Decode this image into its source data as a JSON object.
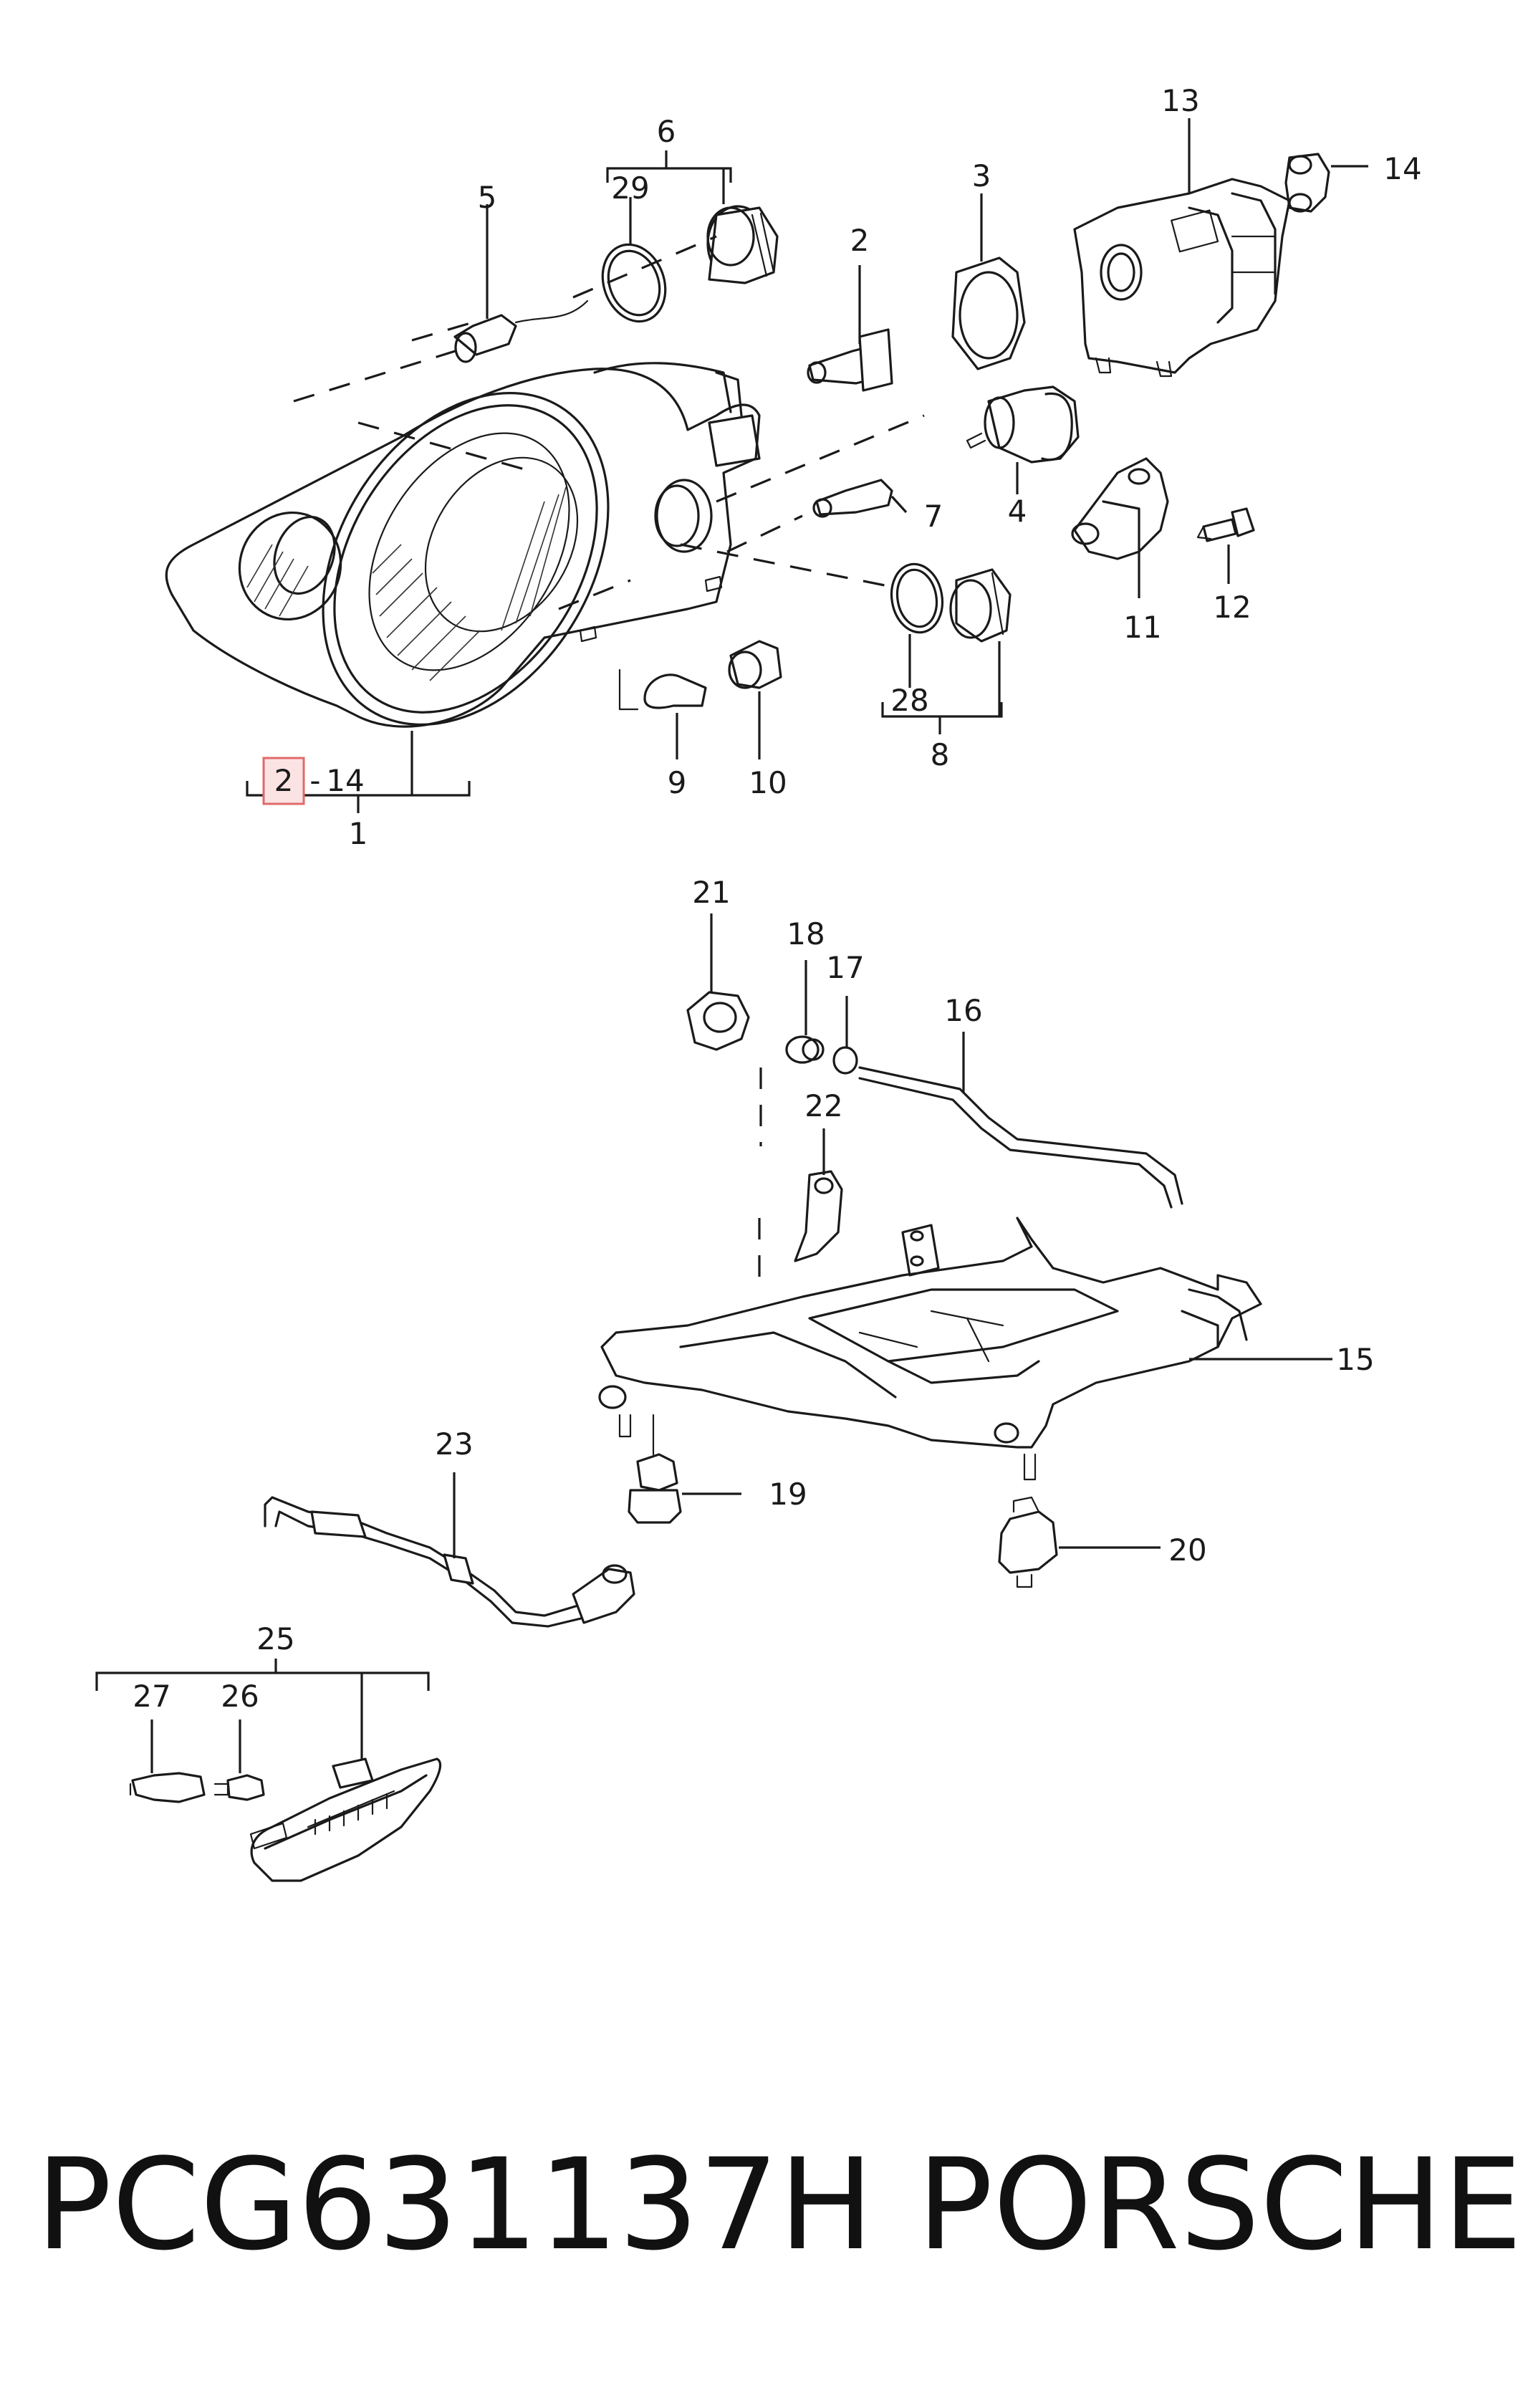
{
  "callouts": {
    "c1": "1",
    "c2": "2",
    "c3": "3",
    "c4": "4",
    "c5": "5",
    "c6": "6",
    "c7": "7",
    "c8": "8",
    "c9": "9",
    "c10": "10",
    "c11": "11",
    "c12": "12",
    "c13": "13",
    "c14": "14",
    "c15": "15",
    "c16": "16",
    "c17": "17",
    "c18": "18",
    "c19": "19",
    "c20": "20",
    "c21": "21",
    "c22": "22",
    "c23": "23",
    "c25": "25",
    "c26": "26",
    "c27": "27",
    "c28": "28",
    "c29": "29"
  },
  "range_label": {
    "start": "2",
    "separator": "-",
    "end": "14"
  },
  "footer": {
    "part_number": "PCG631137H",
    "brand": "PORSCHE"
  },
  "colors": {
    "highlight_fill": "#fbe3e3",
    "highlight_border": "#e06a6a",
    "line": "#1a1a1a"
  }
}
